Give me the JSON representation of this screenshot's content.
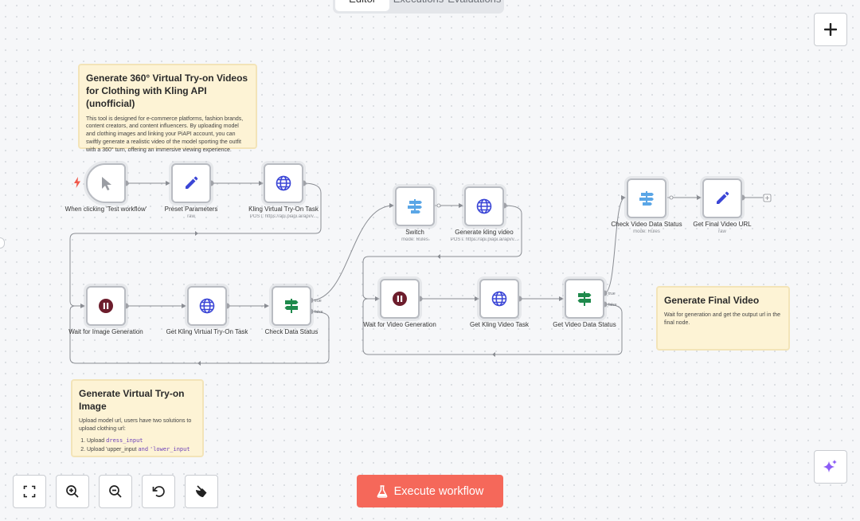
{
  "tabs": [
    {
      "label": "Editor",
      "active": true
    },
    {
      "label": "Executions",
      "active": false
    },
    {
      "label": "Evaluations",
      "active": false
    }
  ],
  "notes": {
    "main": {
      "title": "Generate 360° Virtual Try-on Videos for Clothing with Kling API (unofficial)",
      "body": "This tool is designed for e-commerce platforms, fashion brands, content creators, and content influencers. By uploading model and clothing images and linking your PiAPI account, you can swiftly generate a realistic video of the model sporting the outfit with a 360° turn, offering an immersive viewing experience."
    },
    "image": {
      "title": "Generate Virtual Try-on Image",
      "body": "Upload model url, users have two solutions to upload clothing url:",
      "item1_prefix": "Upload ",
      "item1_code": "dress_input",
      "item2_prefix": "Upload 'upper_input ",
      "item2_and": "and",
      "item2_code": "'lower_input"
    },
    "video": {
      "title": "Generate Final Video",
      "body": "Wait for generation and get the output url in the final node."
    }
  },
  "nodes": {
    "trigger": {
      "label": "When clicking 'Test workflow'",
      "icon": "cursor-icon"
    },
    "preset": {
      "label": "Preset Parameters",
      "sub": "raw",
      "icon": "pencil-icon"
    },
    "kling_tryon_task": {
      "label": "Kling Virtual Try-On Task",
      "sub": "POST: https://api.piapi.ai/api/v...",
      "icon": "globe-icon"
    },
    "wait_image": {
      "label": "Wait for Image Generation",
      "icon": "pause-icon"
    },
    "get_tryon_task": {
      "label": "Get Kling Virtual Try-On Task",
      "icon": "globe-icon"
    },
    "check_data_status": {
      "label": "Check Data Status",
      "icon": "signpost-icon"
    },
    "switch": {
      "label": "Switch",
      "sub": "mode: Rules",
      "icon": "switch-icon"
    },
    "generate_video": {
      "label": "Generate kling video",
      "sub": "POST: https://api.piapi.ai/api/v...",
      "icon": "globe-icon"
    },
    "wait_video": {
      "label": "Wait for Video Generation",
      "icon": "pause-icon"
    },
    "get_video_task": {
      "label": "Get Kling Video Task",
      "icon": "globe-icon"
    },
    "get_video_status": {
      "label": "Get Video Data Status",
      "icon": "signpost-icon"
    },
    "check_video_status": {
      "label": "Check Video Data Status",
      "sub": "mode: Rules",
      "icon": "switch-icon"
    },
    "final_url": {
      "label": "Get Final Video URL",
      "sub": "raw",
      "icon": "pencil-icon"
    }
  },
  "branch_labels": {
    "true": "true",
    "false": "false"
  },
  "execute_label": "Execute workflow",
  "colors": {
    "accent": "#f5685a",
    "pencil": "#3b46d6",
    "globe": "#3b46d6",
    "pause": "#6d1d2c",
    "signpost": "#1f8a4c",
    "switch": "#5aa6e6",
    "sticky": "#fdf3d5",
    "edge": "#8a8d93"
  }
}
